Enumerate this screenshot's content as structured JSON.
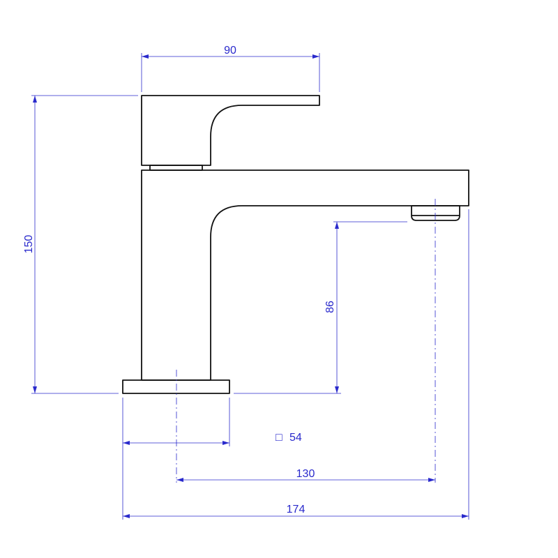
{
  "colors": {
    "outline": "#111111",
    "dimension": "#2a2acc",
    "background": "#ffffff"
  },
  "dimensions": {
    "handle_width": "90",
    "total_height": "150",
    "spout_height": "86",
    "base_square_symbol": "□",
    "base_square": "54",
    "spout_reach": "130",
    "total_depth": "174"
  }
}
